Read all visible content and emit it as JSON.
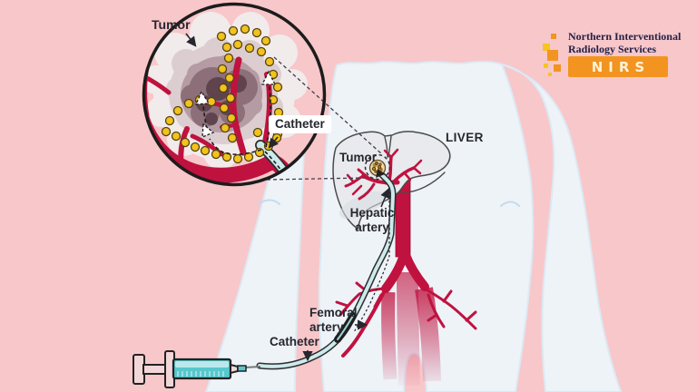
{
  "logo": {
    "line1": "Northern Interventional",
    "line2": "Radiology Services",
    "acronym": "NIRS"
  },
  "inset": {
    "tumor_label": "Tumor",
    "catheter_label": "Catheter"
  },
  "body": {
    "liver_label": "LIVER",
    "tumor_label": "Tumor",
    "hepatic_artery": {
      "line1": "Hepatic",
      "line2": "artery"
    },
    "femoral_artery": {
      "line1": "Femoral",
      "line2": "artery"
    },
    "catheter_label": "Catheter"
  },
  "colors": {
    "background": "#f8c7ca",
    "artery": "#c0123f",
    "artery_dark": "#8d0e30",
    "catheter_fill": "#cdeaec",
    "catheter_outline": "#2d2d2d",
    "bead": "#f1c31d",
    "bead_outline": "#54430f",
    "body_fill": "#eef3f8",
    "body_edge": "#dce9f3",
    "liver_fill": "#e8eaed",
    "liver_outline": "#4a4a4a",
    "label_text": "#26262e",
    "logo_orange": "#f2941f",
    "logo_yellow": "#f6c51f",
    "logo_navy": "#232246",
    "logo_cream": "#fcf2d8",
    "syringe_liquid": "#56c7cd",
    "tumor_cloud_layers": [
      "#f1ebeb",
      "#dccdd1",
      "#b59ba3",
      "#8c6f79",
      "#5f444e"
    ]
  }
}
